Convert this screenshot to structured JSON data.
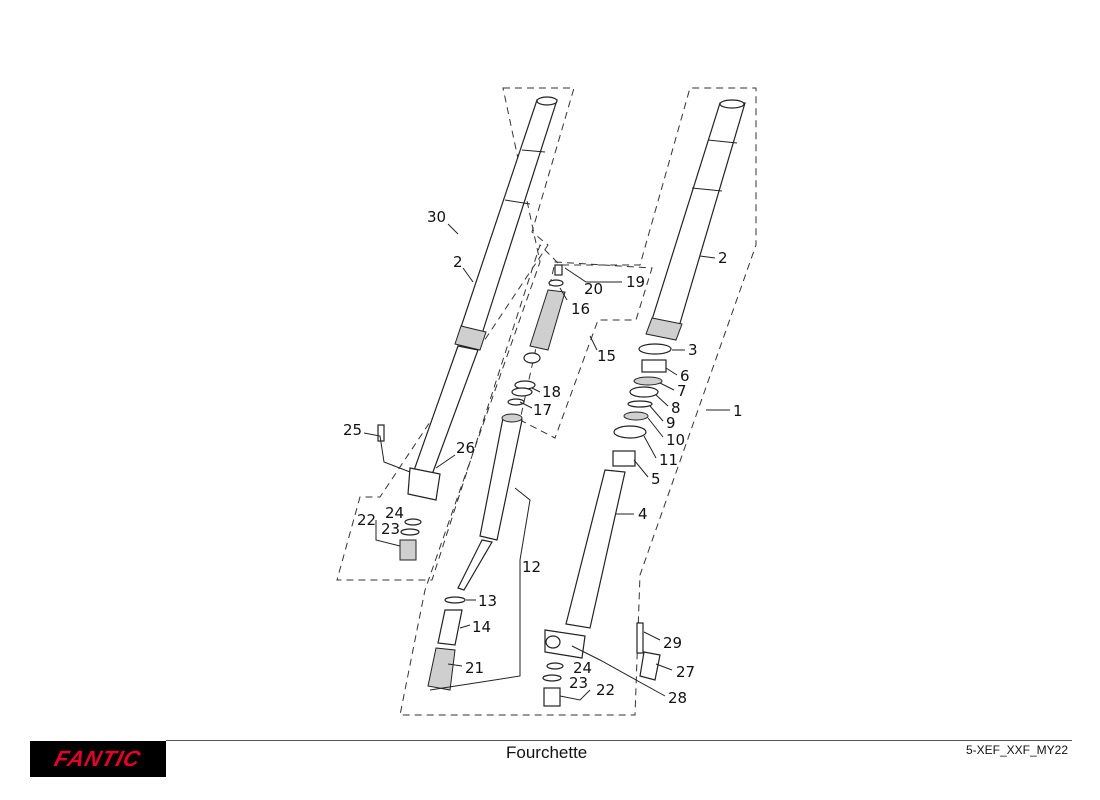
{
  "footer": {
    "brand": "FANTIC",
    "title": "Fourchette",
    "code": "5-XEF_XXF_MY22"
  },
  "callouts": [
    "30",
    "2",
    "25",
    "26",
    "22",
    "24",
    "23",
    "20",
    "19",
    "16",
    "15",
    "18",
    "17",
    "12",
    "13",
    "14",
    "21",
    "2",
    "3",
    "6",
    "7",
    "8",
    "9",
    "10",
    "11",
    "5",
    "4",
    "1",
    "29",
    "27",
    "28",
    "24",
    "23",
    "22"
  ]
}
